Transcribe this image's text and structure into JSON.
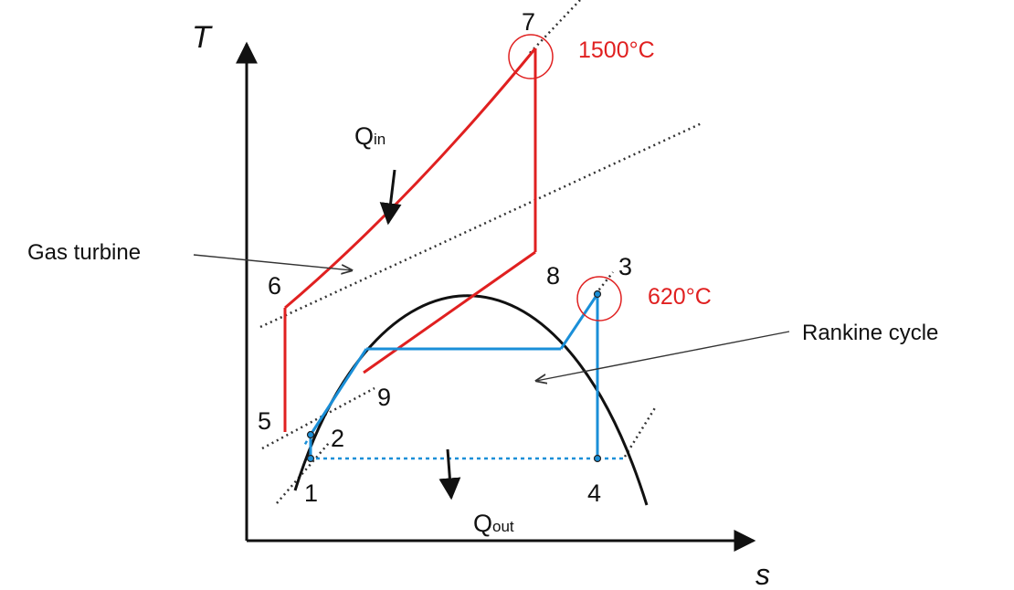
{
  "axes": {
    "y_label": "T",
    "x_label": "s"
  },
  "points": {
    "p1": "1",
    "p2": "2",
    "p3": "3",
    "p4": "4",
    "p5": "5",
    "p6": "6",
    "p7": "7",
    "p8": "8",
    "p9": "9"
  },
  "heat": {
    "in": {
      "main": "Q",
      "sub": "in"
    },
    "out": {
      "main": "Q",
      "sub": "out"
    }
  },
  "temperatures": {
    "t7": "1500°C",
    "t3": "620°C"
  },
  "annotations": {
    "gas_turbine": "Gas turbine",
    "rankine": "Rankine cycle"
  },
  "colors": {
    "gas_cycle": "#e02020",
    "steam_cycle": "#1a8fd8",
    "dome": "#111111",
    "dotted": "#333333"
  }
}
